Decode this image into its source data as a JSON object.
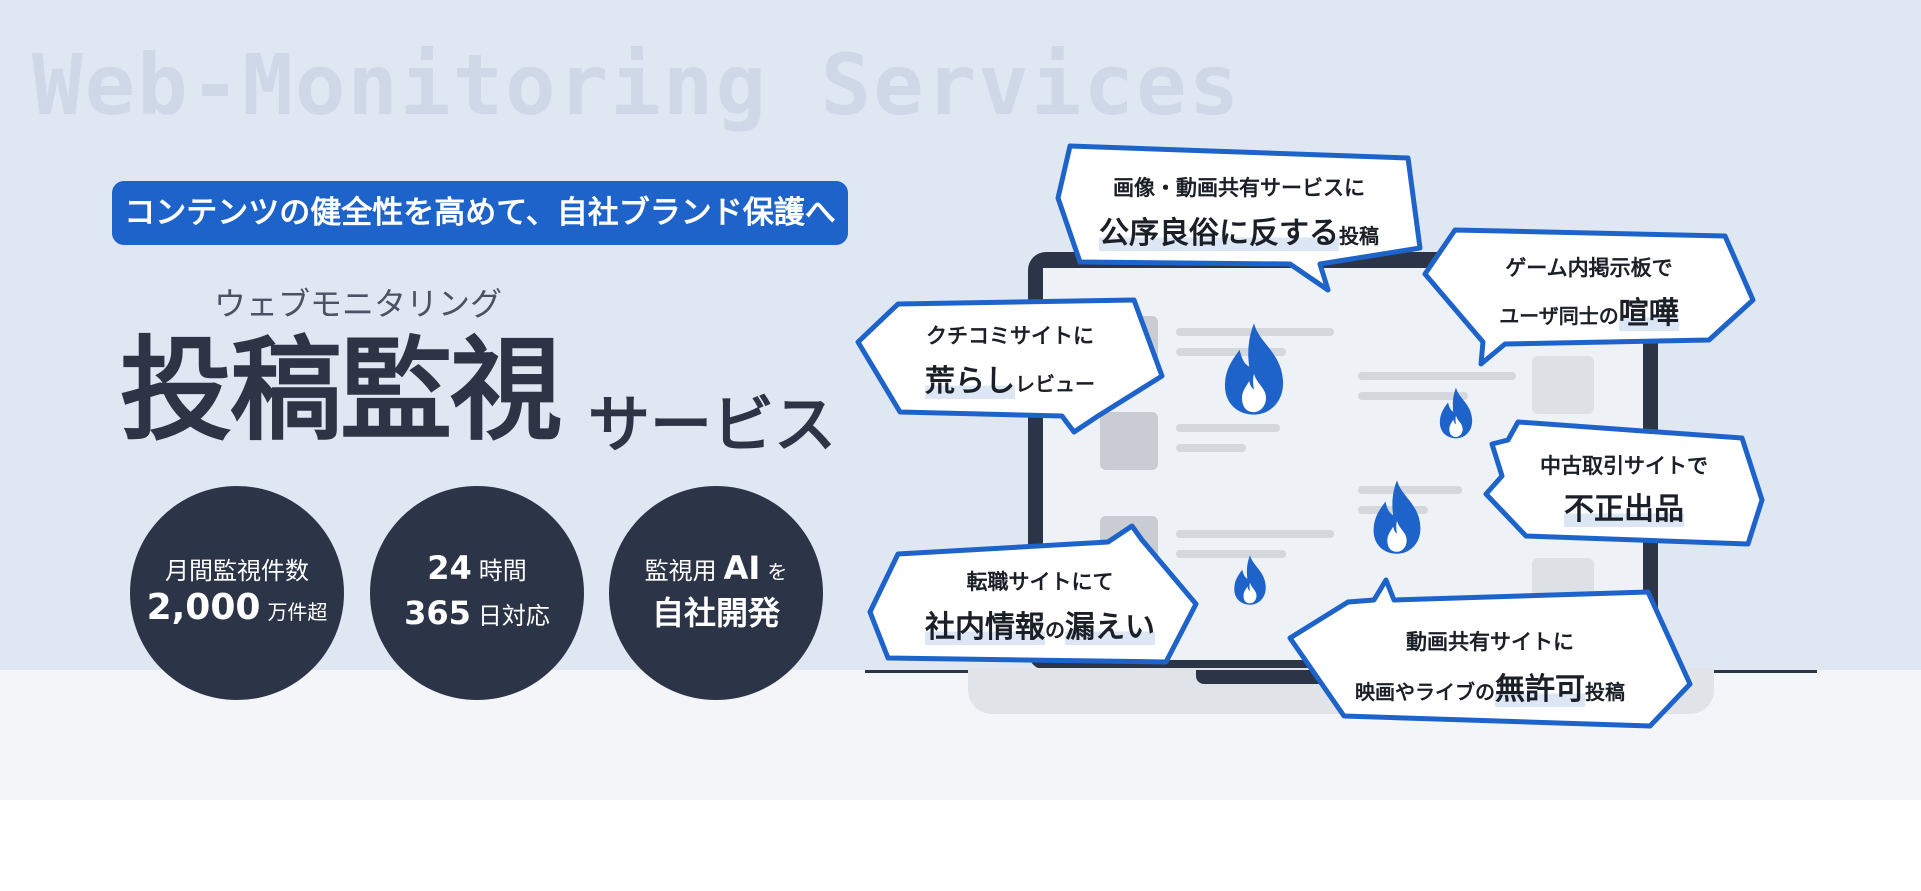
{
  "watermark": "Web-Monitoring Services",
  "tagline": "コンテンツの健全性を高めて、自社ブランド保護へ",
  "subtitle_kana": "ウェブモニタリング",
  "title_main": "投稿監視",
  "title_suffix": "サービス",
  "badges": [
    {
      "line1": "月間監視件数",
      "big": "2,000",
      "small": "万件超"
    },
    {
      "num1": "24",
      "unit1": "時間",
      "num2": "365",
      "unit2": "日対応"
    },
    {
      "pre": "監視用",
      "big": "AI",
      "post": "を",
      "line2": "自社開発"
    }
  ],
  "bubbles": [
    {
      "line1": "画像・動画共有サービスに",
      "strong": "公序良俗に反する",
      "small": "投稿"
    },
    {
      "line1": "ゲーム内掲示板で",
      "pre": "ユーザ同士の",
      "strong": "喧嘩"
    },
    {
      "line1": "クチコミサイトに",
      "strong": "荒らし",
      "small": "レビュー"
    },
    {
      "line1": "中古取引サイトで",
      "strong": "不正出品"
    },
    {
      "line1": "転職サイトにて",
      "strong": "社内情報",
      "mid": "の",
      "strong2": "漏えい"
    },
    {
      "line1": "動画共有サイトに",
      "pre": "映画やライブの",
      "strong": "無許可",
      "small": "投稿"
    }
  ],
  "colors": {
    "accent": "#1e63c9",
    "dark": "#2c3548",
    "background": "#dfe7f3"
  },
  "icons": [
    "flame-icon"
  ]
}
